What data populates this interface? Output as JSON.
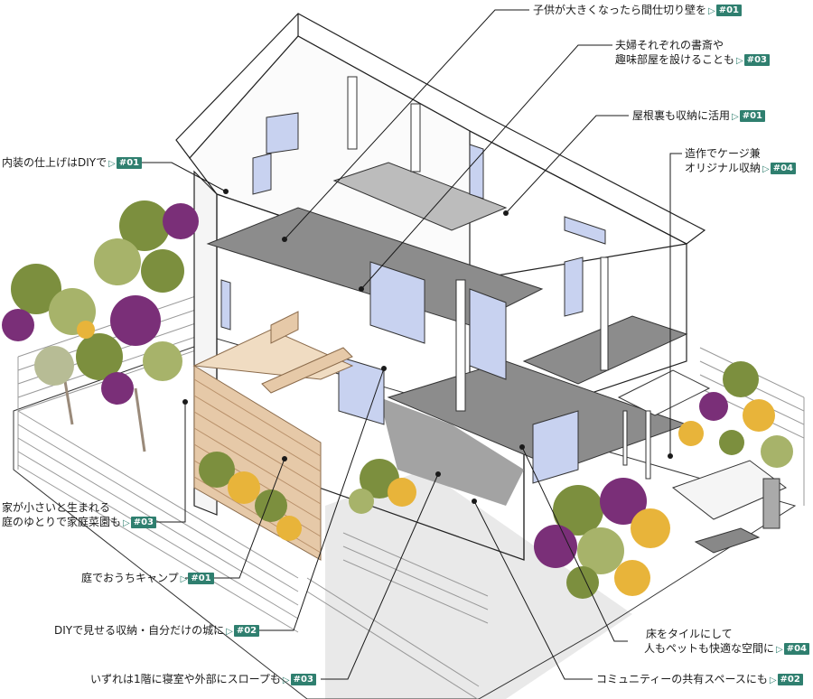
{
  "colors": {
    "accent": "#2f7f6f",
    "leader": "#1a1a1a",
    "floor": "#999999",
    "window": "#c8d2f0",
    "wood": "#e6c9a8",
    "leaf_green": "#7c8f3e",
    "leaf_purple": "#7a2f78",
    "leaf_yellow": "#e8b43a"
  },
  "callouts": [
    {
      "id": "partition",
      "lines": [
        "子供が大きくなったら間仕切り壁を"
      ],
      "tag": "#01"
    },
    {
      "id": "study",
      "lines": [
        "夫婦それぞれの書斎や",
        "趣味部屋を設けることも"
      ],
      "tag": "#03"
    },
    {
      "id": "attic",
      "lines": [
        "屋根裏も収納に活用"
      ],
      "tag": "#01"
    },
    {
      "id": "diy-interior",
      "lines": [
        "内装の仕上げはDIYで"
      ],
      "tag": "#01"
    },
    {
      "id": "cage",
      "lines": [
        "造作でケージ兼",
        "オリジナル収納"
      ],
      "tag": "#04"
    },
    {
      "id": "garden",
      "lines": [
        "家が小さいと生まれる",
        "庭のゆとりで家庭菜園も"
      ],
      "tag": "#03"
    },
    {
      "id": "camp",
      "lines": [
        "庭でおうちキャンプ"
      ],
      "tag": "#01"
    },
    {
      "id": "diy-storage",
      "lines": [
        "DIYで見せる収納・自分だけの城に"
      ],
      "tag": "#02"
    },
    {
      "id": "slope",
      "lines": [
        "いずれは1階に寝室や外部にスロープも"
      ],
      "tag": "#03"
    },
    {
      "id": "tile",
      "lines": [
        "床をタイルにして",
        "人もペットも快適な空間に"
      ],
      "tag": "#04"
    },
    {
      "id": "community",
      "lines": [
        "コミュニティーの共有スペースにも"
      ],
      "tag": "#02"
    }
  ],
  "arrow_glyph": "▷"
}
